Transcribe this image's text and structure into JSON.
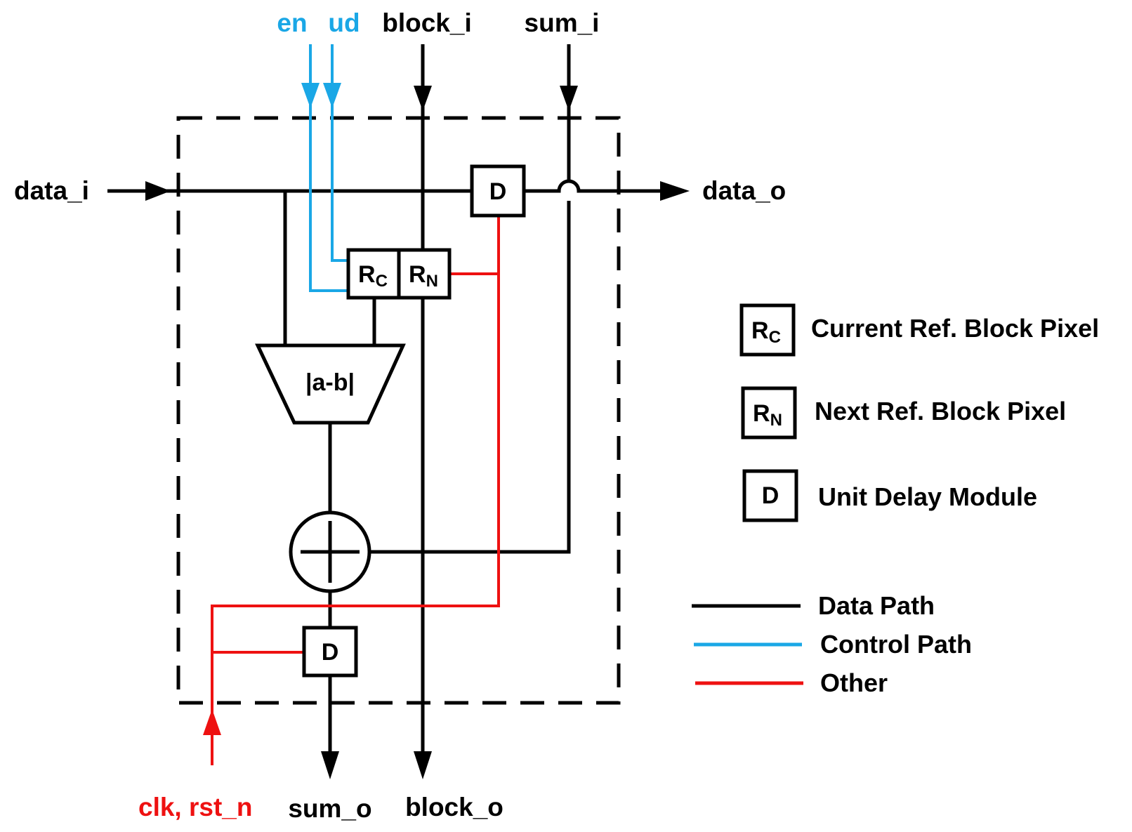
{
  "colors": {
    "data": "#000000",
    "control": "#1aa7e6",
    "other": "#ee1111"
  },
  "ports": {
    "en": "en",
    "ud": "ud",
    "block_i": "block_i",
    "sum_i": "sum_i",
    "data_i": "data_i",
    "data_o": "data_o",
    "clk_rst": "clk, rst_n",
    "sum_o": "sum_o",
    "block_o": "block_o"
  },
  "blocks": {
    "delay": "D",
    "rc_main": "R",
    "rc_sub": "C",
    "rn_main": "R",
    "rn_sub": "N",
    "absdiff": "|a-b|"
  },
  "legend": {
    "items": [
      {
        "icon_main": "R",
        "icon_sub": "C",
        "label": "Current Ref. Block Pixel"
      },
      {
        "icon_main": "R",
        "icon_sub": "N",
        "label": "Next Ref. Block Pixel"
      },
      {
        "icon_main": "D",
        "icon_sub": "",
        "label": "Unit Delay Module"
      }
    ],
    "lines": [
      {
        "label": "Data Path",
        "color": "#000000"
      },
      {
        "label": "Control Path",
        "color": "#1aa7e6"
      },
      {
        "label": "Other",
        "color": "#ee1111"
      }
    ]
  }
}
